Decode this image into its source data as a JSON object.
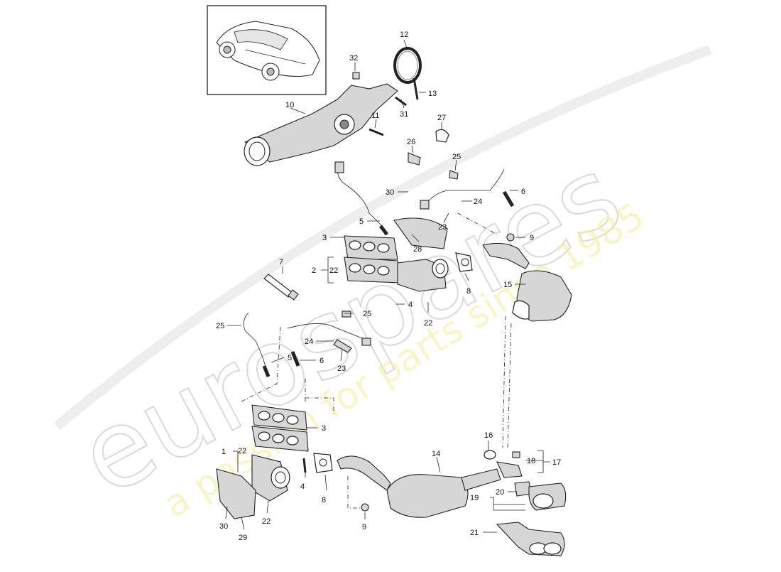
{
  "watermark": {
    "brand": "eurospares",
    "tagline": "a passion for parts since 1985"
  },
  "callouts": [
    {
      "id": "c12",
      "text": "12"
    },
    {
      "id": "c32",
      "text": "32"
    },
    {
      "id": "c13",
      "text": "13"
    },
    {
      "id": "c10",
      "text": "10"
    },
    {
      "id": "c11",
      "text": "11"
    },
    {
      "id": "c31",
      "text": "31"
    },
    {
      "id": "c27",
      "text": "27"
    },
    {
      "id": "c26",
      "text": "26"
    },
    {
      "id": "c25a",
      "text": "25"
    },
    {
      "id": "c30a",
      "text": "30"
    },
    {
      "id": "c6a",
      "text": "6"
    },
    {
      "id": "c24a",
      "text": "24"
    },
    {
      "id": "c5a",
      "text": "5"
    },
    {
      "id": "c23a",
      "text": "23"
    },
    {
      "id": "c3a",
      "text": "3"
    },
    {
      "id": "c28",
      "text": "28"
    },
    {
      "id": "c9a",
      "text": "9"
    },
    {
      "id": "c7",
      "text": "7"
    },
    {
      "id": "c2",
      "text": "2"
    },
    {
      "id": "c22a",
      "text": "22"
    },
    {
      "id": "c15",
      "text": "15"
    },
    {
      "id": "c8a",
      "text": "8"
    },
    {
      "id": "c4a",
      "text": "4"
    },
    {
      "id": "c22b",
      "text": "22"
    },
    {
      "id": "c25b",
      "text": "25"
    },
    {
      "id": "c25c",
      "text": "25"
    },
    {
      "id": "c24b",
      "text": "24"
    },
    {
      "id": "c5b",
      "text": "5"
    },
    {
      "id": "c6b",
      "text": "6"
    },
    {
      "id": "c23b",
      "text": "23"
    },
    {
      "id": "c3b",
      "text": "3"
    },
    {
      "id": "c1",
      "text": "1"
    },
    {
      "id": "c22c",
      "text": "22"
    },
    {
      "id": "c16",
      "text": "16"
    },
    {
      "id": "c14",
      "text": "14"
    },
    {
      "id": "c18",
      "text": "18"
    },
    {
      "id": "c17",
      "text": "17"
    },
    {
      "id": "c4b",
      "text": "4"
    },
    {
      "id": "c8b",
      "text": "8"
    },
    {
      "id": "c20",
      "text": "20"
    },
    {
      "id": "c19",
      "text": "19"
    },
    {
      "id": "c30b",
      "text": "30"
    },
    {
      "id": "c22d",
      "text": "22"
    },
    {
      "id": "c29",
      "text": "29"
    },
    {
      "id": "c9b",
      "text": "9"
    },
    {
      "id": "c21",
      "text": "21"
    }
  ]
}
